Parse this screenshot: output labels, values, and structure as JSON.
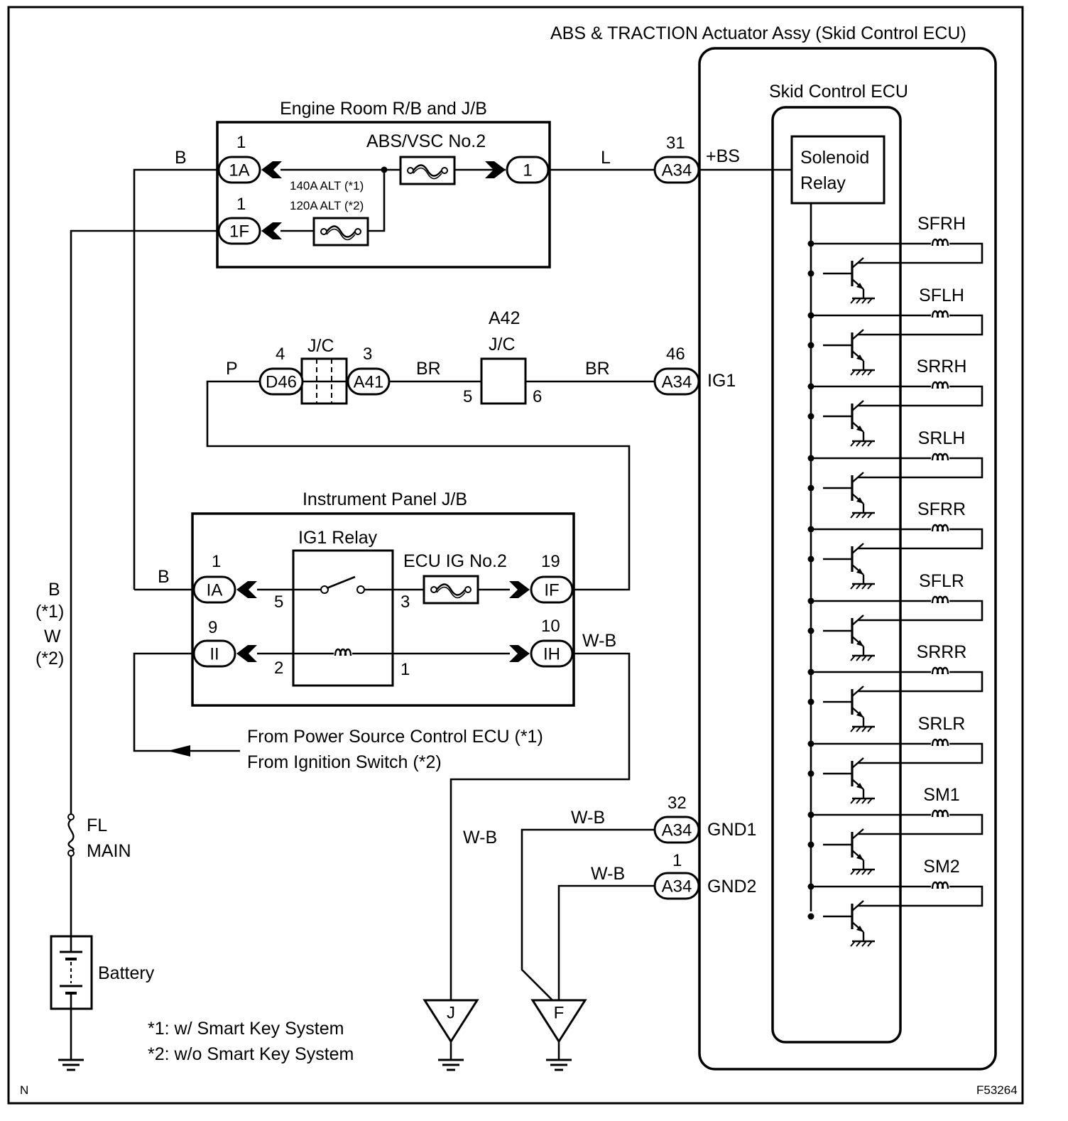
{
  "labels": {
    "actuator_assy": "ABS & TRACTION Actuator Assy (Skid Control ECU)",
    "skid_ecu": "Skid Control ECU",
    "solenoid_line1": "Solenoid",
    "solenoid_line2": "Relay",
    "engine_room_rb": "Engine Room R/B and J/B",
    "fuse_abs": "ABS/VSC No.2",
    "alt140": "140A ALT (*1)",
    "alt120": "120A ALT (*2)",
    "ip_jb": "Instrument Panel J/B",
    "ig1_relay": "IG1 Relay",
    "ecu_ig": "ECU IG No.2",
    "a42": "A42",
    "jc": "J/C",
    "from_psc": "From Power Source Control ECU (*1)",
    "from_ign": "From Ignition Switch (*2)",
    "fl": "FL",
    "main": "MAIN",
    "battery": "Battery",
    "note1": "*1: w/ Smart Key System",
    "note2": "*2: w/o Smart Key System",
    "corner_n": "N",
    "fig_id": "F53264",
    "bs": "+BS",
    "ig1": "IG1",
    "gnd1": "GND1",
    "gnd2": "GND2",
    "b1": "B",
    "b_opt1": "(*1)",
    "w": "W",
    "b_opt2": "(*2)"
  },
  "wires": {
    "b_top": "B",
    "l": "L",
    "p": "P",
    "br1": "BR",
    "br2": "BR",
    "b_ip": "B",
    "wb_ih": "W-B",
    "wb_j": "W-B",
    "wb_gnd1": "W-B",
    "wb_gnd2": "W-B"
  },
  "connectors": {
    "c1a": "1A",
    "c1f": "1F",
    "c1": "1",
    "a34_31": "A34",
    "a34_46": "A34",
    "a34_32": "A34",
    "a34_1": "A34",
    "d46": "D46",
    "a41": "A41",
    "ia": "IA",
    "ii": "II",
    "if": "IF",
    "ih": "IH"
  },
  "pins": {
    "p1a": "1",
    "p1f": "1",
    "p31": "31",
    "p46": "46",
    "p32": "32",
    "p1gnd": "1",
    "pd46": "4",
    "pa41": "3",
    "pj5": "5",
    "pj6": "6",
    "pia": "1",
    "pii": "9",
    "pif": "19",
    "pih": "10",
    "r5": "5",
    "r3": "3",
    "r2": "2",
    "r1": "1"
  },
  "grounds": {
    "j": "J",
    "f": "F"
  },
  "solenoids": [
    "SFRH",
    "SFLH",
    "SRRH",
    "SRLH",
    "SFRR",
    "SFLR",
    "SRRR",
    "SRLR",
    "SM1",
    "SM2"
  ]
}
